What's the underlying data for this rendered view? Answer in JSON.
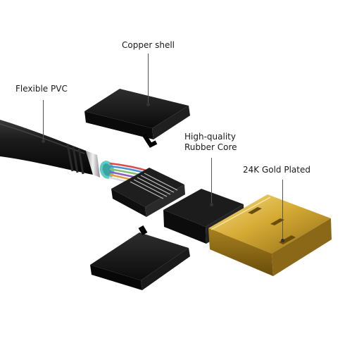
{
  "labels": {
    "copper_shell": "Copper shell",
    "flexible_pvc": "Flexible PVC",
    "rubber_core_line1": "High-quality",
    "rubber_core_line2": "Rubber Core",
    "gold_plated": "24K Gold Plated"
  },
  "colors": {
    "shell_black": "#141414",
    "gold": "#d8b23a",
    "wire_blue": "#4a90d9",
    "wire_teal": "#58c7c0",
    "wire_green": "#7bc26a",
    "wire_red": "#d94a4a",
    "wire_purple": "#8a5cc7"
  }
}
